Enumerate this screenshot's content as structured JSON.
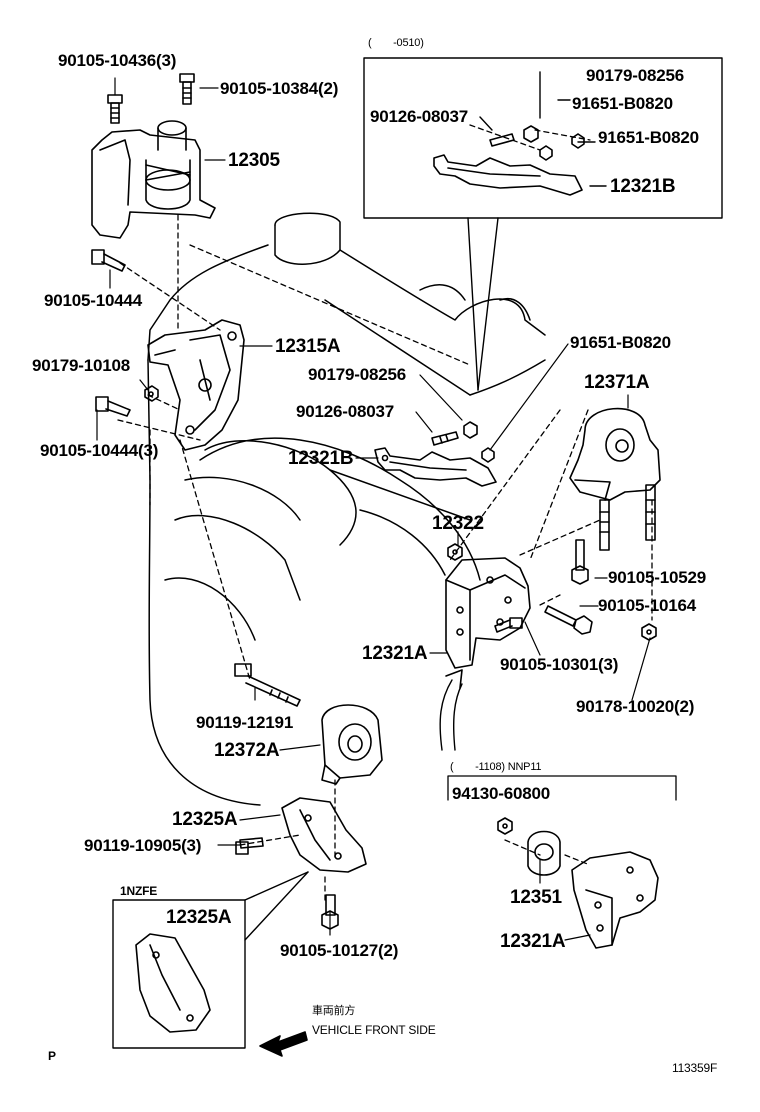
{
  "labels": {
    "p90105_10436": "90105-10436(3)",
    "p90105_10384": "90105-10384(2)",
    "p12305": "12305",
    "p90105_10444a": "90105-10444",
    "p90179_10108": "90179-10108",
    "p12315A": "12315A",
    "p90105_10444b": "90105-10444(3)",
    "p90179_08256": "90179-08256",
    "p90126_08037": "90126-08037",
    "p12321B": "12321B",
    "p91651_B0820": "91651-B0820",
    "p12371A": "12371A",
    "p12322": "12322",
    "p90105_10529": "90105-10529",
    "p90105_10164": "90105-10164",
    "p12321A": "12321A",
    "p90105_10301": "90105-10301(3)",
    "p90178_10020": "90178-10020(2)",
    "p90119_12191": "90119-12191",
    "p12372A": "12372A",
    "p12325A": "12325A",
    "p90119_10905": "90119-10905(3)",
    "p90105_10127": "90105-10127(2)",
    "p94130_60800": "94130-60800",
    "p12351": "12351",
    "p12321A_b": "12321A"
  },
  "inset_top": {
    "range": "(　　-0510)",
    "p90179_08256": "90179-08256",
    "p91651_B0820a": "91651-B0820",
    "p90126_08037": "90126-08037",
    "p91651_B0820b": "91651-B0820",
    "p12321B": "12321B"
  },
  "inset_nnp": {
    "range": "(　　-1108) NNP11"
  },
  "inset_1nzfe": {
    "engine": "1NZFE",
    "p12325A": "12325A"
  },
  "front": {
    "jp": "車両前方",
    "en": "VEHICLE FRONT SIDE"
  },
  "corner_p": "P",
  "figure_no": "113359F"
}
